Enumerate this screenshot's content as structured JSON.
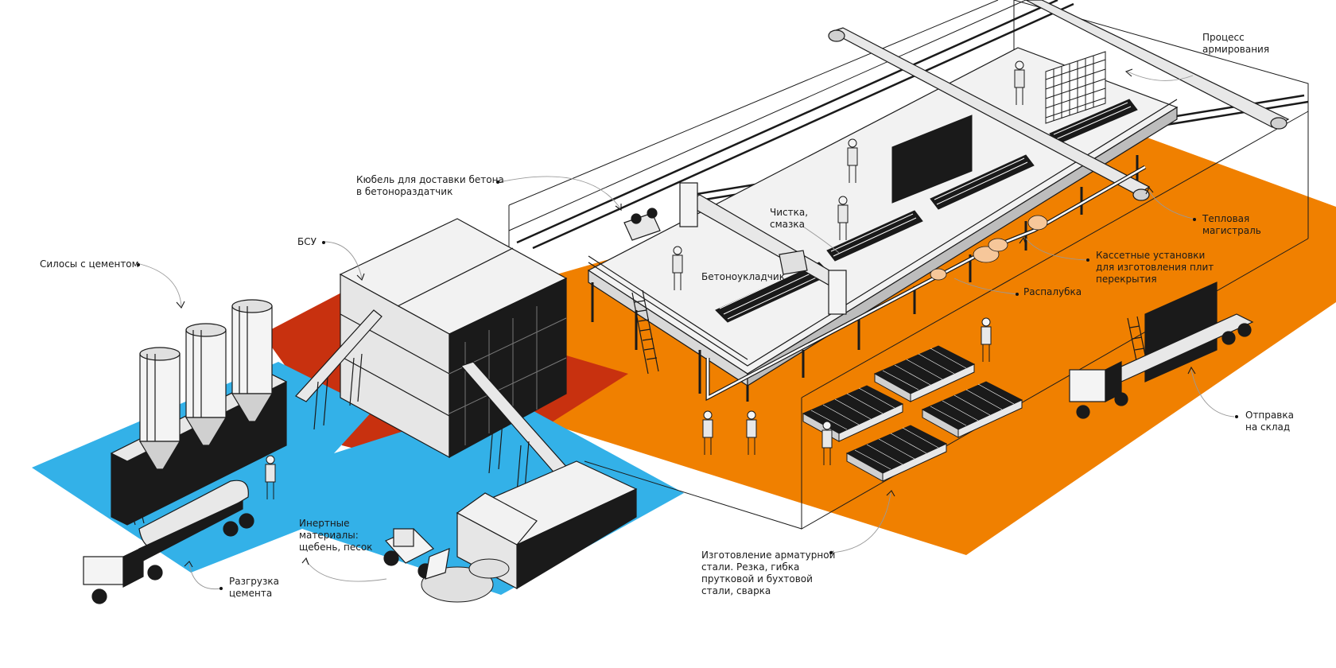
{
  "labels": {
    "silos": [
      "Силосы с цементом"
    ],
    "bsu": [
      "БСУ"
    ],
    "bucket": [
      "Кюбель для доставки бетона",
      "в бетонораздатчик"
    ],
    "cleaning": [
      "Чистка,",
      "смазка"
    ],
    "paver": [
      "Бетоноукладчик"
    ],
    "reinforcement_process": [
      "Процесс",
      "армирования"
    ],
    "heat_main": [
      "Тепловая",
      "магистраль"
    ],
    "cassette": [
      "Кассетные установки",
      "для изготовления плит",
      "перекрытия"
    ],
    "formwork": [
      "Распалубка"
    ],
    "shipping": [
      "Отправка",
      "на склад"
    ],
    "inert": [
      "Инертные",
      "материалы:",
      "щебень, песок"
    ],
    "cement_unload": [
      "Разгрузка",
      "цемента"
    ],
    "rebar": [
      "Изготовление арматурной",
      "стали. Резка, гибка",
      "прутковой и бухтовой",
      "стали, сварка"
    ]
  },
  "colors": {
    "blue_zone": "#33b1e8",
    "red_zone": "#c8310f",
    "orange_zone": "#f08000",
    "line": "#1a1a1a",
    "light_gray": "#e8e8e8",
    "mid_gray": "#cfcfcf",
    "dark": "#111111"
  }
}
